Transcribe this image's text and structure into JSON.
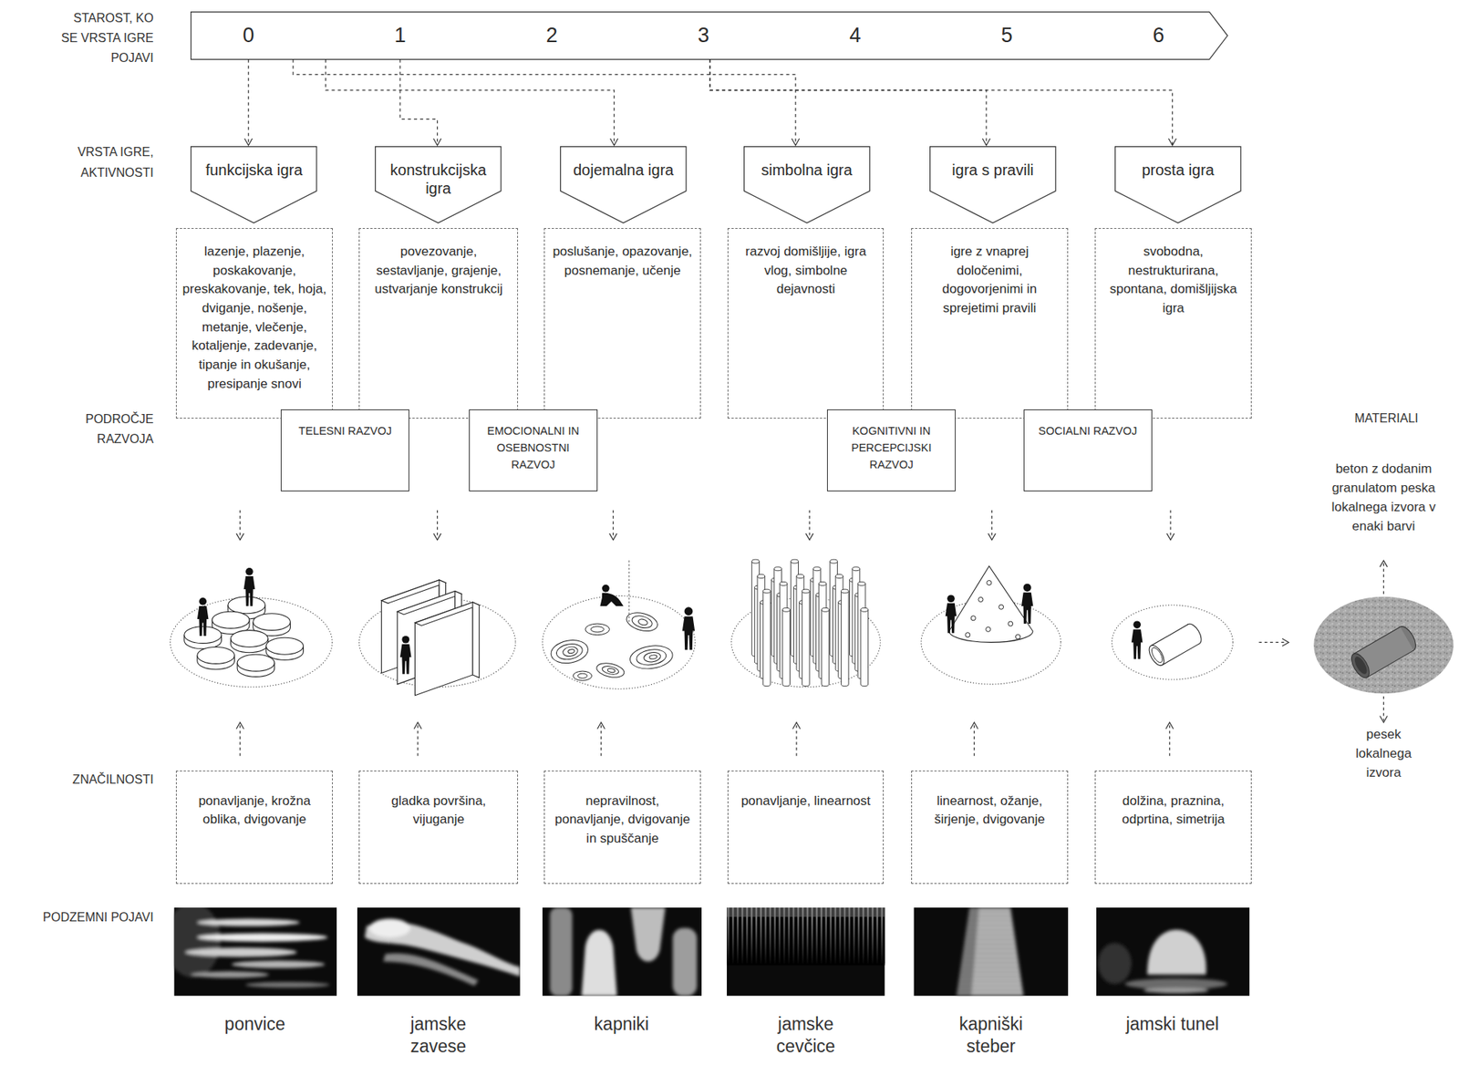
{
  "diagram": {
    "nodes": [
      {
        "text": [
          "0",
          "1",
          "2",
          "3",
          "4",
          "5",
          "6"
        ]
      },
      {
        "text": [
          "funkcijska igra"
        ]
      },
      {
        "text": [
          "konstrukcijska igra"
        ]
      },
      {
        "text": [
          "dojemalna igra"
        ]
      },
      {
        "text": [
          "simbolna igra"
        ]
      },
      {
        "text": [
          "igra s pravili"
        ]
      },
      {
        "text": [
          "prosta igra"
        ]
      },
      {
        "text": [
          "lazenje, plazenje, poskakovanje, preskakovanje, tek, hoja, dviganje, nošenje, metanje, vlečenje, kotaljenje, zadevanje, tipanje in okušanje, presipanje snovi"
        ]
      },
      {
        "text": [
          "povezovanje, sestavljanje, grajenje, ustvarjanje konstrukcij"
        ]
      },
      {
        "text": [
          "poslušanje, opazovanje, posnemanje, učenje"
        ]
      },
      {
        "text": [
          "razvoj domišljije, igra vlog, simbolne dejavnosti"
        ]
      },
      {
        "text": [
          "igre z vnaprej določenimi, dogovorjenimi in sprejetimi pravili"
        ]
      },
      {
        "text": [
          "svobodna, nestrukturirana, spontana, domišljijska igra"
        ]
      },
      {
        "text": [
          "TELESNI RAZVOJ"
        ]
      },
      {
        "text": [
          "EMOCIONALNI IN OSEBNOSTNI RAZVOJ"
        ]
      },
      {
        "text": [
          "KOGNITIVNI IN PERCEPCIJSKI RAZVOJ"
        ]
      },
      {
        "text": [
          "SOCIALNI RAZVOJ"
        ]
      },
      {
        "text": [
          "ponavljanje, krožna oblika, dvigovanje"
        ]
      },
      {
        "text": [
          "gladka površina, vijuganje"
        ]
      },
      {
        "text": [
          "nepravilnost, ponavljanje, dvigovanje in spuščanje"
        ]
      },
      {
        "text": [
          "ponavljanje, linearnost"
        ]
      },
      {
        "text": [
          "linearnost, ožanje, širjenje, dvigovanje"
        ]
      },
      {
        "text": [
          "dolžina, praznina, odprtina, simetrija"
        ]
      }
    ],
    "edges": [
      {
        "from": 0,
        "to": 1,
        "arrow": "to"
      },
      {
        "from": 0,
        "to": 2,
        "arrow": "to"
      },
      {
        "from": 0,
        "to": 3,
        "arrow": "to"
      },
      {
        "from": 0,
        "to": 4,
        "arrow": "to"
      },
      {
        "from": 0,
        "to": 5,
        "arrow": "to"
      },
      {
        "from": 0,
        "to": 6,
        "arrow": "to"
      }
    ],
    "labels": [
      "STAROST, KO SE VRSTA IGRE POJAVI",
      "VRSTA IGRE, AKTIVNOSTI",
      "PODROČJE RAZVOJA",
      "MATERIALI",
      "beton z dodanim granulatom peska lokalnega izvora v enaki barvi",
      "ZNAČILNOSTI",
      "pesek lokalnega izvora",
      "PODZEMNI POJAVI",
      "ponvice",
      "jamske zavese",
      "kapniki",
      "jamske cevčice",
      "kapniški steber",
      "jamski tunel"
    ]
  }
}
